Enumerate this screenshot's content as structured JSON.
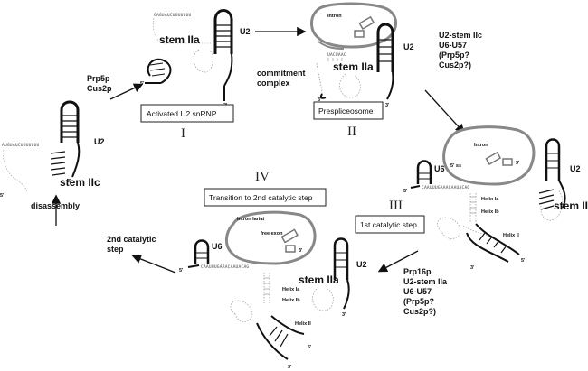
{
  "stages": {
    "I": "I",
    "II": "II",
    "III": "III",
    "IV": "IV"
  },
  "boxes": {
    "activated": "Activated U2 snRNP",
    "prespliceosome": "Prespliceosome",
    "first_step": "1st catalytic step",
    "transition": "Transition to 2nd catalytic step"
  },
  "labels": {
    "stem_iia": "stem IIa",
    "stem_iic": "stem IIc",
    "u2": "U2",
    "u6": "U6",
    "intron": "Intron",
    "intron_lariat": "Intron lariat",
    "free_exon": "free exon",
    "five_ss": "5' ss",
    "helix_ia": "Helix Ia",
    "helix_ib": "Helix Ib",
    "helix_ii": "Helix II",
    "five_prime": "5'",
    "three_prime": "3'",
    "disassembly": "disassembly"
  },
  "factors": {
    "prp5_cus2": [
      "Prp5p",
      "Cus2p"
    ],
    "commitment": [
      "commitment",
      "complex"
    ],
    "stage2_to_3": [
      "U2-stem IIc",
      "U6-U57",
      "(Prp5p?",
      "Cus2p?)"
    ],
    "stage3_to_4": [
      "Prp16p",
      "U2-stem IIa",
      "U6-U57",
      "(Prp5p?",
      "Cus2p?)"
    ],
    "second_step": [
      "2nd catalytic",
      "step"
    ]
  },
  "sequences": {
    "u2_stem_iia": "GAGUAUCUGUUCUU",
    "u2_stem_iic_loop": "AUGUAUCUGUUCUU",
    "u6_strand": "CAAUUUGAAACAAUACAG",
    "branch": "UACUAAC"
  }
}
